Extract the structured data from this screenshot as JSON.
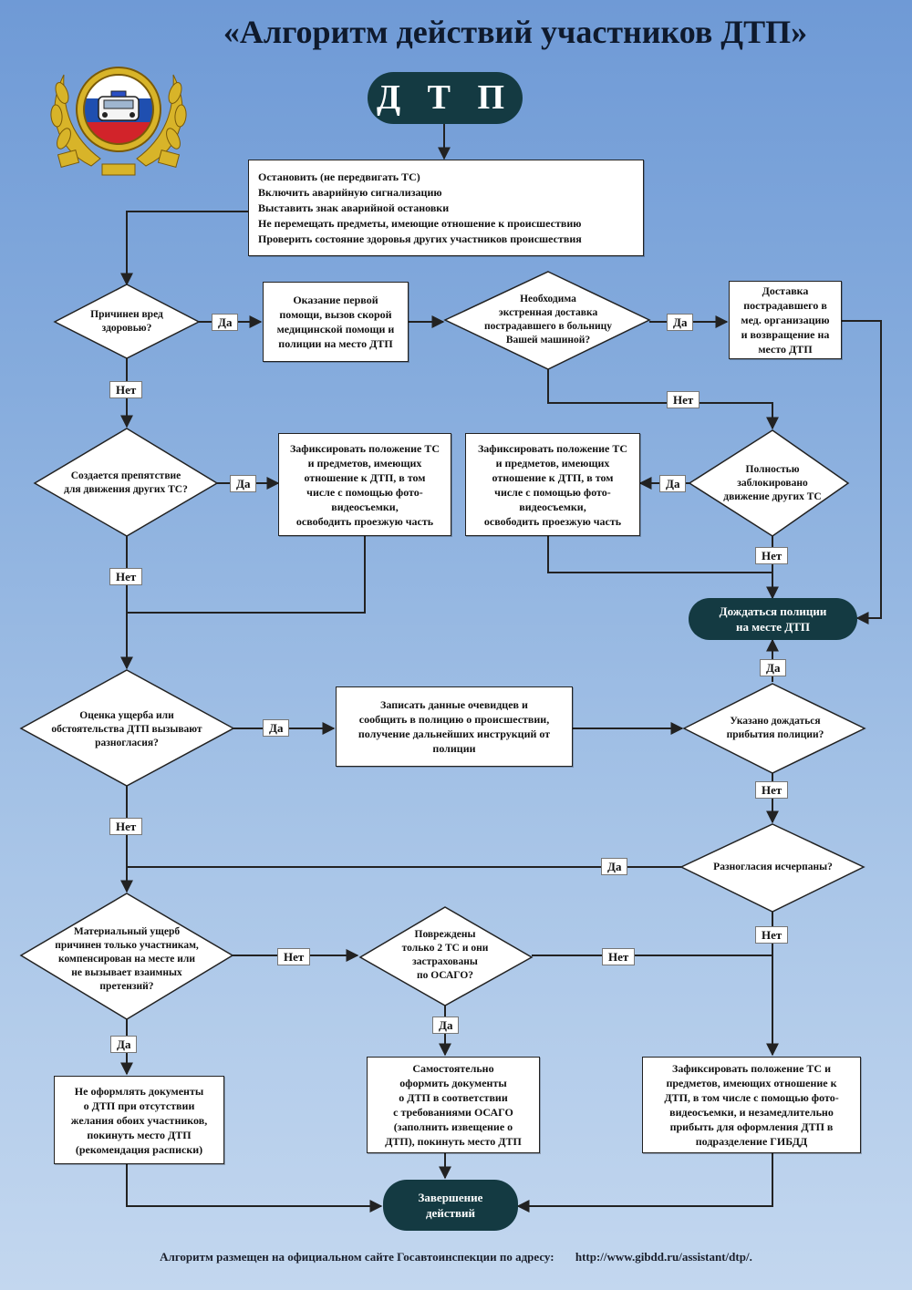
{
  "title": "«Алгоритм действий участников ДТП»",
  "colors": {
    "terminal": "#143a42",
    "background_top": "#6f9ad6",
    "background_bottom": "#c3d7ef",
    "line": "#222222"
  },
  "start": "Д Т П",
  "steps": {
    "initial": "Остановить (не передвигать ТС)\nВключить аварийную сигнализацию\nВыставить знак аварийной остановки\nНе перемещать предметы, имеющие отношение к происшествию\nПроверить состояние здоровья других участников происшествия",
    "first_aid": "Оказание первой\nпомощи, вызов скорой\nмедицинской помощи и\nполиции на место ДТП",
    "deliver": "Доставка\nпострадавшего в\nмед. организацию\nи возвращение на\nместо ДТП",
    "fix_free": "Зафиксировать положение ТС\nи предметов, имеющих\nотношение к ДТП, в том\nчисле с помощью фото-\nвидеосъемки,\nосвободить проезжую часть",
    "fix_free2": "Зафиксировать положение ТС\nи предметов, имеющих\nотношение к ДТП, в том\nчисле с помощью фото-\nвидеосъемки,\nосвободить проезжую часть",
    "record": "Записать данные очевидцев и\nсообщить в полицию о происшествии,\nполучение дальнейших инструкций от\nполиции",
    "no_docs": "Не оформлять документы\nо ДТП при отсутствии\nжелания обоих участников,\nпокинуть место ДТП\n(рекомендация расписки)",
    "self_docs": "Самостоятельно\nоформить документы\nо ДТП в соответствии\nс требованиями ОСАГО\n(заполнить извещение о\nДТП), покинуть место ДТП",
    "fix_gibdd": "Зафиксировать положение ТС и\nпредметов, имеющих отношение к\nДТП, в том числе с помощью фото-\nвидеосъемки, и незамедлительно\nприбыть для оформления ДТП в\nподразделение ГИБДД"
  },
  "decisions": {
    "harm": "Причинен вред\nздоровью?",
    "emergency": "Необходима\nэкстренная доставка\nпострадавшего в больницу\nВашей машиной?",
    "obstacle": "Создается препятствие\nдля движения других ТС?",
    "blocked": "Полностью\nзаблокировано\nдвижение других ТС",
    "dispute": "Оценка ущерба или\nобстоятельства ДТП вызывают\nразногласия?",
    "wait_told": "Указано дождаться\nприбытия полиции?",
    "resolved": "Разногласия исчерпаны?",
    "material": "Материальный ущерб\nпричинен только участникам,\nкомпенсирован на месте или\nне вызывает взаимных\nпретензий?",
    "two_cars": "Повреждены\nтолько 2 ТС и они\nзастрахованы\nпо ОСАГО?"
  },
  "terminals": {
    "wait_police": "Дождаться полиции\nна месте ДТП",
    "end": "Завершение\nдействий"
  },
  "labels": {
    "yes": "Да",
    "no": "Нет"
  },
  "footer": {
    "text": "Алгоритм размещен на официальном сайте Госавтоинспекции по адресу:",
    "url": "http://www.gibdd.ru/assistant/dtp/."
  }
}
